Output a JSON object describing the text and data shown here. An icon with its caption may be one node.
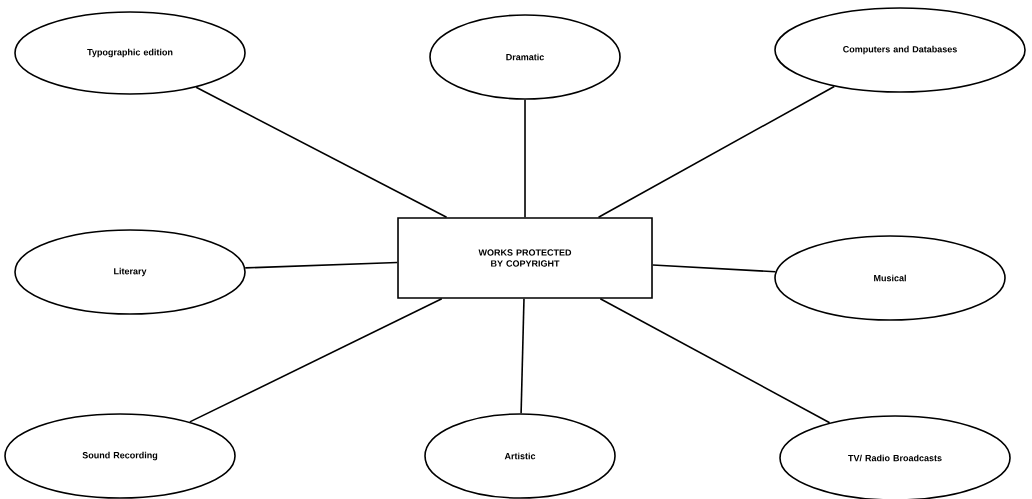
{
  "diagram": {
    "nodes": [
      {
        "text": [
          "Typographic edition"
        ]
      },
      {
        "text": [
          "Dramatic"
        ]
      },
      {
        "text": [
          "Computers and Databases"
        ]
      },
      {
        "text": [
          "Literary"
        ]
      },
      {
        "text": [
          "WORKS PROTECTED BY COPYRIGHT"
        ]
      },
      {
        "text": [
          "Musical"
        ]
      },
      {
        "text": [
          "Sound Recording"
        ]
      },
      {
        "text": [
          "Artistic"
        ]
      },
      {
        "text": [
          "TV/ Radio Broadcasts"
        ]
      }
    ],
    "edges": [
      {
        "from": 4,
        "to": 0,
        "arrow": "none"
      },
      {
        "from": 4,
        "to": 1,
        "arrow": "none"
      },
      {
        "from": 4,
        "to": 2,
        "arrow": "none"
      },
      {
        "from": 4,
        "to": 3,
        "arrow": "none"
      },
      {
        "from": 4,
        "to": 5,
        "arrow": "none"
      },
      {
        "from": 4,
        "to": 6,
        "arrow": "none"
      },
      {
        "from": 4,
        "to": 7,
        "arrow": "none"
      },
      {
        "from": 4,
        "to": 8,
        "arrow": "none"
      }
    ]
  }
}
